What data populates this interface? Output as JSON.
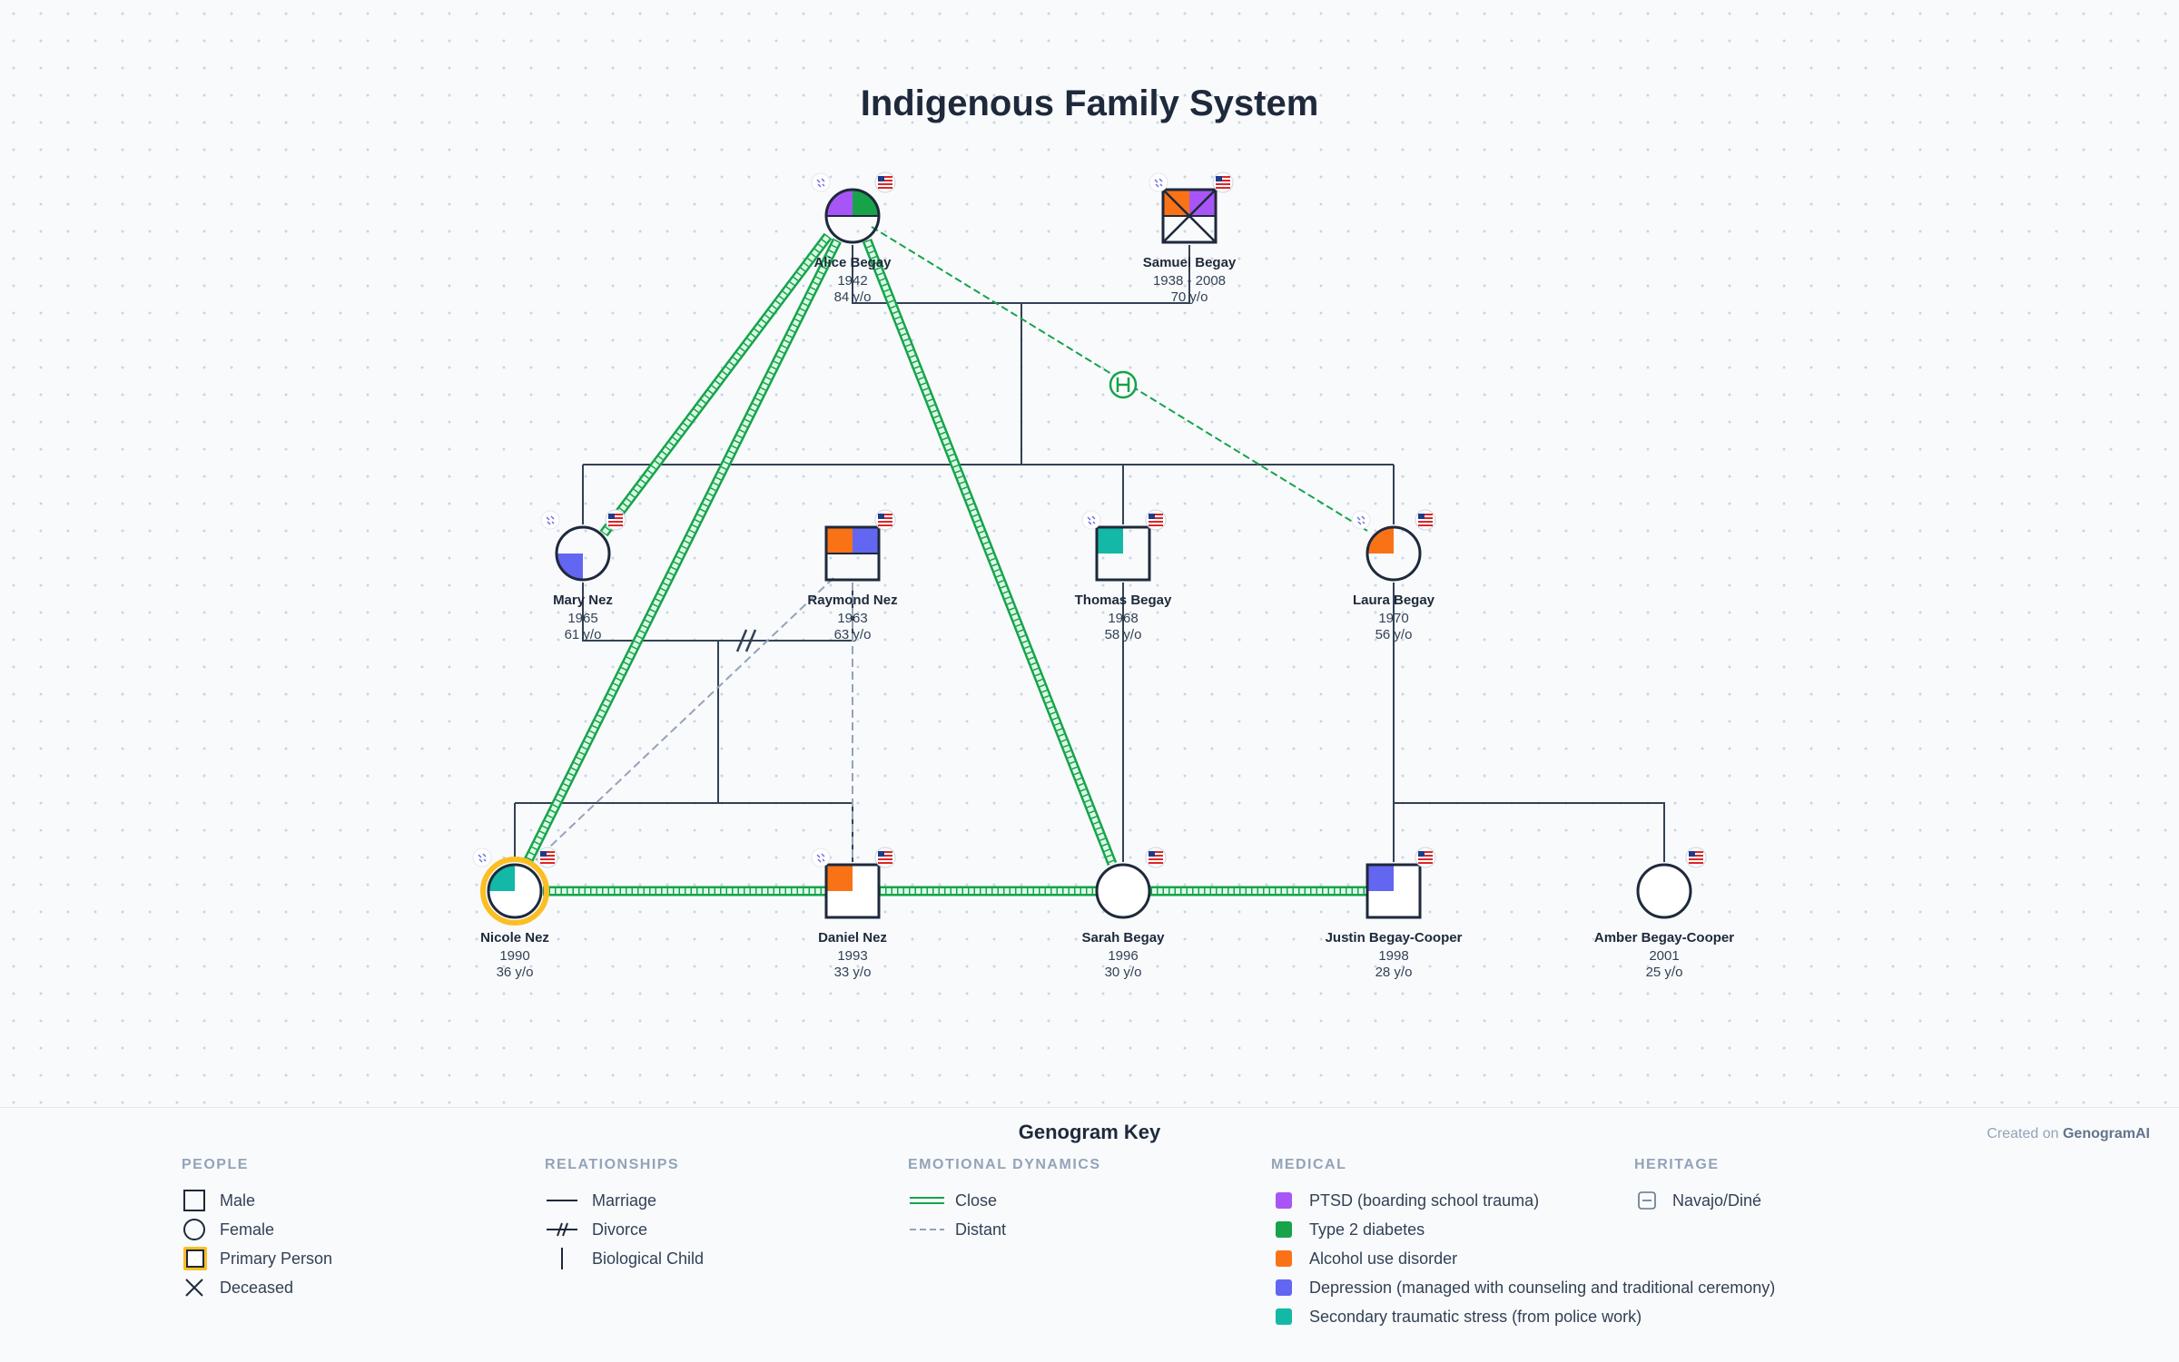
{
  "title": "Indigenous Family System",
  "people": [
    {
      "name": "Alice Begay",
      "years": "1942",
      "age": "84 y/o"
    },
    {
      "name": "Samuel Begay",
      "years": "1938 - 2008",
      "age": "70 y/o"
    },
    {
      "name": "Mary Nez",
      "years": "1965",
      "age": "61 y/o"
    },
    {
      "name": "Raymond Nez",
      "years": "1963",
      "age": "63 y/o"
    },
    {
      "name": "Thomas Begay",
      "years": "1968",
      "age": "58 y/o"
    },
    {
      "name": "Laura Begay",
      "years": "1970",
      "age": "56 y/o"
    },
    {
      "name": "Nicole Nez",
      "years": "1990",
      "age": "36 y/o"
    },
    {
      "name": "Daniel Nez",
      "years": "1993",
      "age": "33 y/o"
    },
    {
      "name": "Sarah Begay",
      "years": "1996",
      "age": "30 y/o"
    },
    {
      "name": "Justin Begay-Cooper",
      "years": "1998",
      "age": "28 y/o"
    },
    {
      "name": "Amber Begay-Cooper",
      "years": "2001",
      "age": "25 y/o"
    }
  ],
  "colors": {
    "ptsd": "#a855f7",
    "diabetes": "#16a34a",
    "alcohol": "#f97316",
    "depression": "#6366f1",
    "sts": "#14b8a6",
    "close": "#16a34a",
    "distant": "#94a3b8",
    "primary": "#fbbf24"
  },
  "key": {
    "title": "Genogram Key",
    "credit_prefix": "Created on",
    "credit_brand": "GenogramAI",
    "people": {
      "heading": "PEOPLE",
      "male": "Male",
      "female": "Female",
      "primary": "Primary Person",
      "deceased": "Deceased"
    },
    "relationships": {
      "heading": "RELATIONSHIPS",
      "marriage": "Marriage",
      "divorce": "Divorce",
      "bio_child": "Biological Child"
    },
    "emotional": {
      "heading": "EMOTIONAL DYNAMICS",
      "close": "Close",
      "distant": "Distant"
    },
    "medical": {
      "heading": "MEDICAL",
      "items": [
        "PTSD (boarding school trauma)",
        "Type 2 diabetes",
        "Alcohol use disorder",
        "Depression (managed with counseling and traditional ceremony)",
        "Secondary traumatic stress (from police work)"
      ]
    },
    "heritage": {
      "heading": "HERITAGE",
      "items": [
        "Navajo/Diné"
      ]
    }
  }
}
